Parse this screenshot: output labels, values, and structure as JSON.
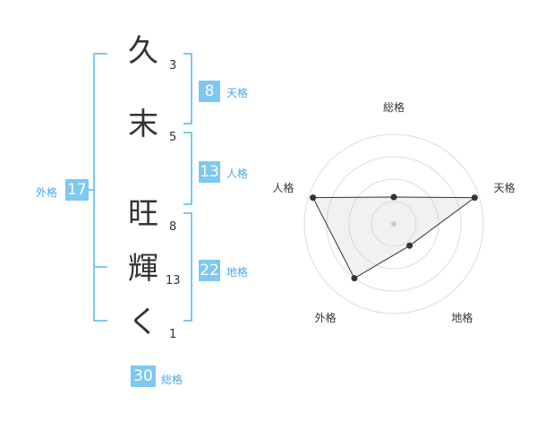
{
  "name": {
    "chars": [
      {
        "char": "久",
        "strokes": "3"
      },
      {
        "char": "末",
        "strokes": "5"
      },
      {
        "char": "旺",
        "strokes": "8"
      },
      {
        "char": "輝",
        "strokes": "13"
      },
      {
        "char": "く",
        "strokes": "1"
      }
    ]
  },
  "fortune": {
    "tenkaku": {
      "value": "8",
      "label": "天格"
    },
    "jinkaku": {
      "value": "13",
      "label": "人格"
    },
    "chikaku": {
      "value": "22",
      "label": "地格"
    },
    "gaikaku": {
      "value": "17",
      "label": "外格"
    },
    "soukaku": {
      "value": "30",
      "label": "総格"
    }
  },
  "colors": {
    "accent": "#7ec8f2",
    "bracket": "#7ec8f2",
    "label": "#4aa8e6"
  },
  "chart_data": {
    "type": "radar",
    "axes": [
      "総格",
      "天格",
      "地格",
      "外格",
      "人格"
    ],
    "values": [
      0.3,
      0.95,
      0.3,
      0.75,
      0.95
    ],
    "rings": 4
  }
}
